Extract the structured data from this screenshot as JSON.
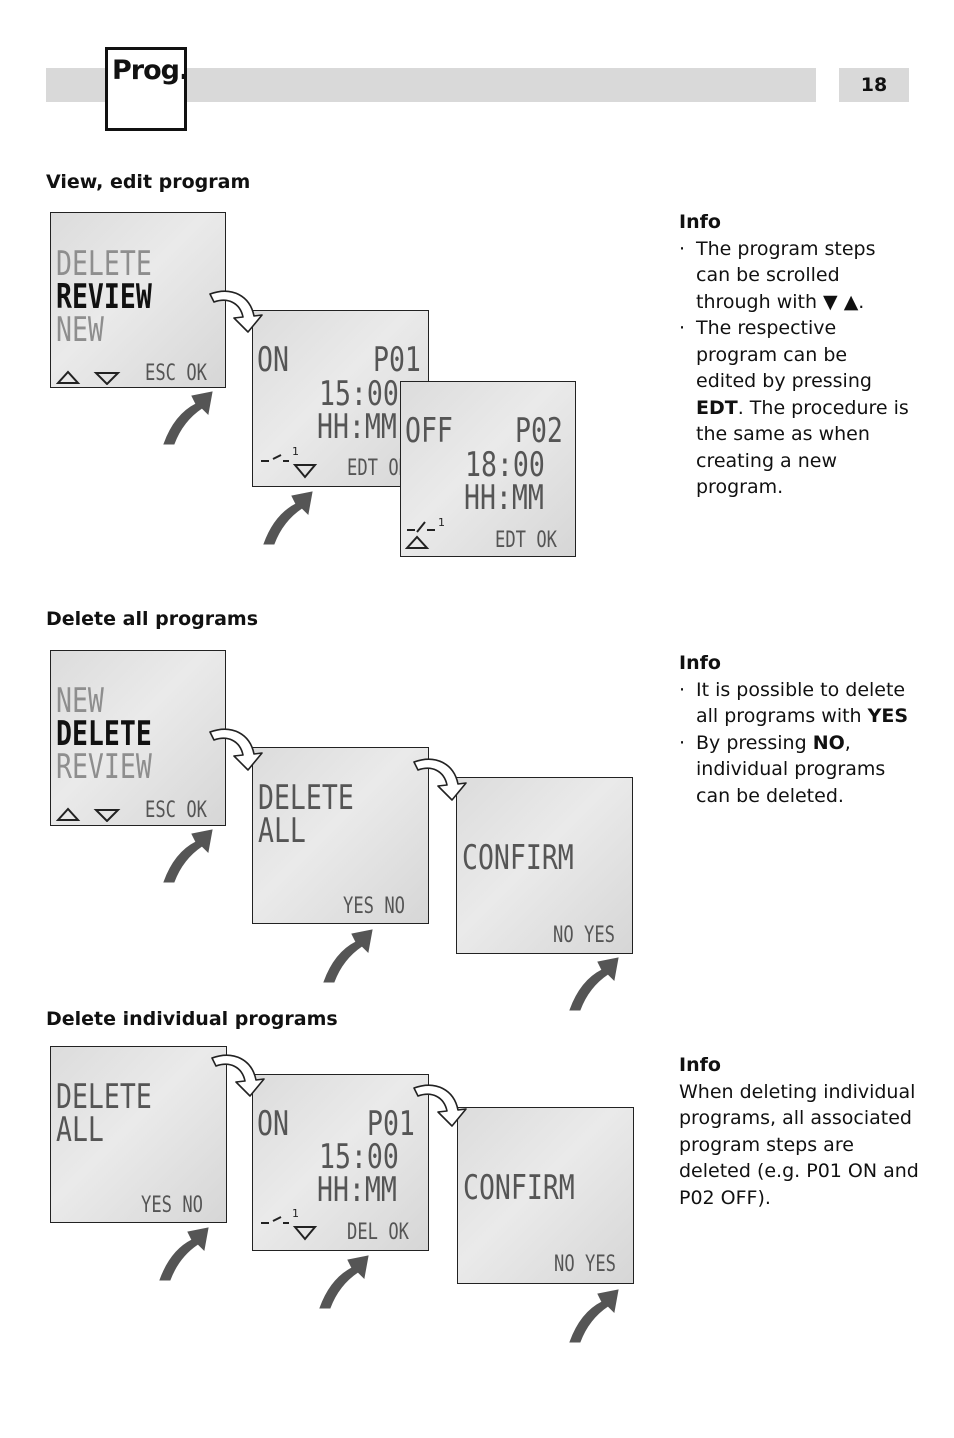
{
  "header": {
    "title": "Prog.",
    "page_number": "18"
  },
  "sections": [
    {
      "heading": "View, edit program",
      "screens": [
        {
          "lines": [
            "DELETE",
            "REVIEW",
            "NEW"
          ],
          "keys": "ESC OK"
        },
        {
          "state": "ON",
          "program": "P01",
          "time": "15:00",
          "format": "HH:MM",
          "keys": "EDT OK"
        },
        {
          "state": "OFF",
          "program": "P02",
          "time": "18:00",
          "format": "HH:MM",
          "keys": "EDT OK"
        }
      ],
      "info": {
        "heading": "Info",
        "bullets": [
          {
            "text": "The program steps can be scrolled through with ▼ ▲."
          },
          {
            "pre": "The respective program can be edited by pressing ",
            "bold": "EDT",
            "post": ". The procedure is the same as when creating a new program."
          }
        ]
      }
    },
    {
      "heading": "Delete all programs",
      "screens": [
        {
          "lines": [
            "NEW",
            "DELETE",
            "REVIEW"
          ],
          "keys": "ESC OK"
        },
        {
          "lines": [
            "DELETE",
            "ALL"
          ],
          "keys": "YES NO"
        },
        {
          "lines": [
            "CONFIRM"
          ],
          "keys": "NO YES"
        }
      ],
      "info": {
        "heading": "Info",
        "bullets": [
          {
            "pre": "It is possible to delete all programs with ",
            "bold": "YES",
            "post": ""
          },
          {
            "pre": "By pressing ",
            "bold": "NO",
            "post": ", individual programs can be deleted."
          }
        ]
      }
    },
    {
      "heading": "Delete individual programs",
      "screens": [
        {
          "lines": [
            "DELETE",
            "ALL"
          ],
          "keys": "YES NO"
        },
        {
          "state": "ON",
          "program": "P01",
          "time": "15:00",
          "format": "HH:MM",
          "keys": "DEL OK"
        },
        {
          "lines": [
            "CONFIRM"
          ],
          "keys": "NO YES"
        }
      ],
      "info": {
        "heading": "Info",
        "text": "When deleting individual programs, all associated program steps are deleted (e.g. P01 ON and P02 OFF)."
      }
    }
  ]
}
